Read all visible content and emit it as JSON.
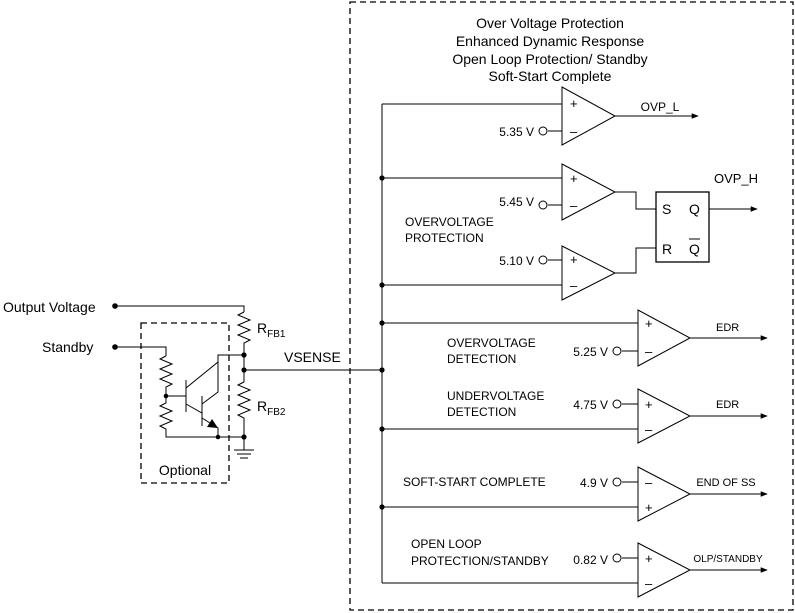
{
  "block": {
    "title_lines": [
      "Over Voltage Protection",
      "Enhanced Dynamic Response",
      "Open Loop Protection/ Standby",
      "Soft-Start Complete"
    ]
  },
  "inputs": {
    "output_voltage": "Output Voltage",
    "standby": "Standby",
    "optional": "Optional",
    "vsense": "VSENSE"
  },
  "resistors": {
    "rfb1": {
      "main": "R",
      "sub": "FB1"
    },
    "rfb2": {
      "main": "R",
      "sub": "FB2"
    }
  },
  "comparators": {
    "ovp_l": {
      "ref": "5.35 V",
      "output": "OVP_L",
      "plus": "+",
      "minus": "–"
    },
    "ovp_h_top": {
      "ref": "5.45 V",
      "plus": "+",
      "minus": "–"
    },
    "ovp_h_bottom": {
      "ref": "5.10 V",
      "plus": "+",
      "minus": "–"
    },
    "edr_over": {
      "ref": "5.25 V",
      "output": "EDR",
      "plus": "+",
      "minus": "–"
    },
    "edr_under": {
      "ref": "4.75 V",
      "output": "EDR",
      "plus": "+",
      "minus": "–"
    },
    "soft_start": {
      "ref": "4.9 V",
      "output": "END OF SS",
      "plus": "+",
      "minus": "–"
    },
    "olp": {
      "ref": "0.82 V",
      "output": "OLP/STANDBY",
      "plus": "+",
      "minus": "–"
    }
  },
  "latch": {
    "s": "S",
    "r": "R",
    "q": "Q",
    "qbar": "Q",
    "output": "OVP_H"
  },
  "labels": {
    "overvoltage_protection": [
      "OVERVOLTAGE",
      "PROTECTION"
    ],
    "overvoltage_detection": [
      "OVERVOLTAGE",
      "DETECTION"
    ],
    "undervoltage_detection": [
      "UNDERVOLTAGE",
      "DETECTION"
    ],
    "soft_start_complete": "SOFT-START COMPLETE",
    "open_loop": [
      "OPEN LOOP",
      "PROTECTION/STANDBY"
    ]
  }
}
